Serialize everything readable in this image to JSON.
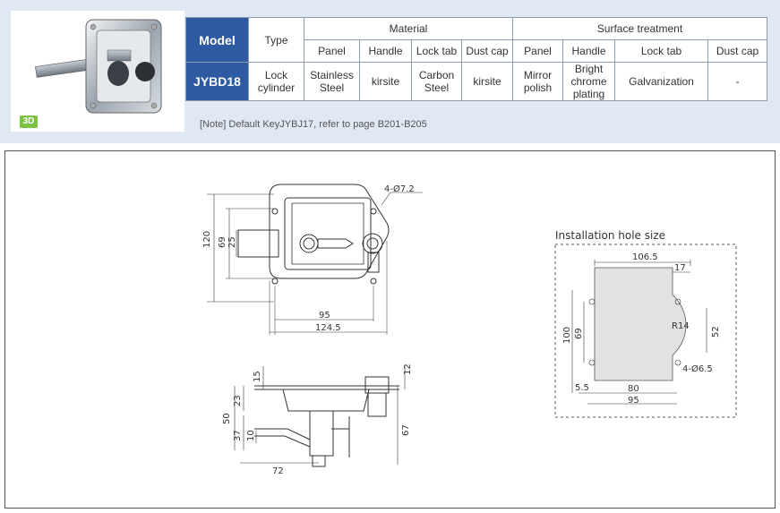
{
  "product": {
    "badge": "3D",
    "note": "[Note] Default KeyJYBJ17, refer to page B201-B205"
  },
  "table": {
    "headers": {
      "model": "Model",
      "type": "Type",
      "material": "Material",
      "surface": "Surface treatment",
      "material_cols": [
        "Panel",
        "Handle",
        "Lock tab",
        "Dust cap"
      ],
      "surface_cols": [
        "Panel",
        "Handle",
        "Lock tab",
        "Dust cap"
      ]
    },
    "row": {
      "model": "JYBD18",
      "type": "Lock cylinder",
      "material": [
        "Stainless Steel",
        "kirsite",
        "Carbon Steel",
        "kirsite"
      ],
      "surface": [
        "Mirror polish",
        "Bright chrome plating",
        "Galvanization",
        "-"
      ]
    }
  },
  "drawing": {
    "front_view": {
      "holes": "4-Ø7.2",
      "dim_height_outer": "120",
      "dim_height_mid": "69",
      "dim_height_inner": "25",
      "dim_width_inner": "95",
      "dim_width_outer": "124.5"
    },
    "side_view": {
      "dim_top": "15",
      "dim_right": "12",
      "dim_left_outer": "50",
      "dim_left_mid": "23",
      "dim_left_lower": "37",
      "dim_left_small": "10",
      "dim_right_height": "67",
      "dim_bottom_width": "72"
    },
    "installation": {
      "title": "Installation hole size",
      "dim_width_top": "106.5",
      "dim_top_right": "17",
      "dim_height_outer": "100",
      "dim_height_inner": "69",
      "dim_radius": "R14",
      "dim_right_height": "52",
      "dim_holes": "4-Ø6.5",
      "dim_left_offset": "5.5",
      "dim_bottom_inner": "80",
      "dim_bottom_outer": "95"
    }
  }
}
